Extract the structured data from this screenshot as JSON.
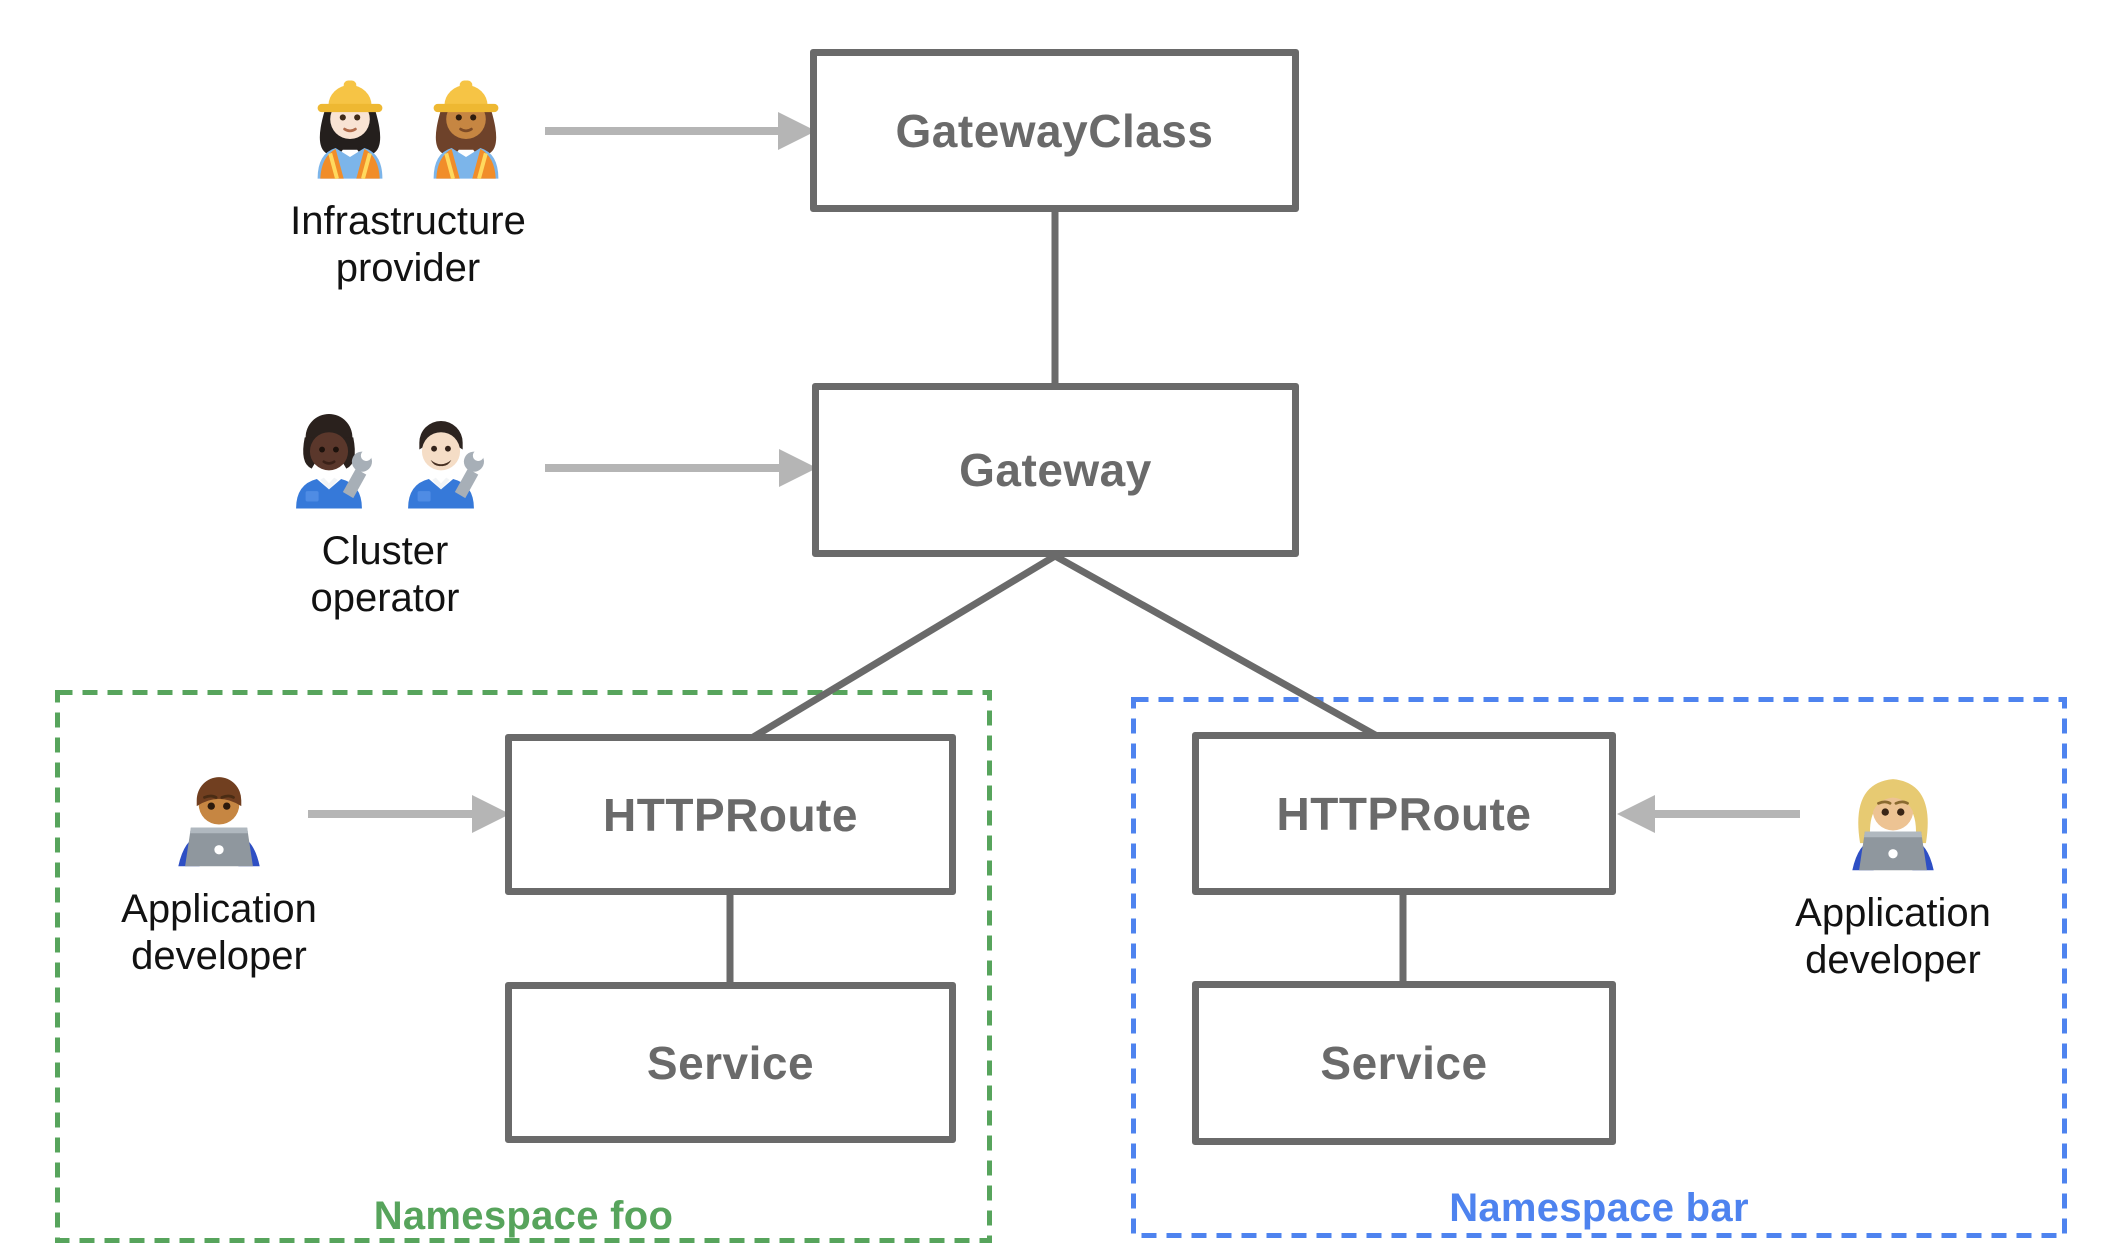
{
  "nodes": {
    "gatewayclass": {
      "label": "GatewayClass"
    },
    "gateway": {
      "label": "Gateway"
    },
    "httproute_foo": {
      "label": "HTTPRoute"
    },
    "service_foo": {
      "label": "Service"
    },
    "httproute_bar": {
      "label": "HTTPRoute"
    },
    "service_bar": {
      "label": "Service"
    }
  },
  "namespaces": {
    "foo": {
      "label": "Namespace foo",
      "accent_color": "#57a45c"
    },
    "bar": {
      "label": "Namespace bar",
      "accent_color": "#4e83ef"
    }
  },
  "personas": {
    "infrastructure_provider": {
      "line1": "Infrastructure",
      "line2": "provider",
      "icons": [
        "woman-construction-worker-light-skin-emoji",
        "woman-construction-worker-medium-skin-emoji"
      ]
    },
    "cluster_operator": {
      "line1": "Cluster",
      "line2": "operator",
      "icons": [
        "mechanic-dark-skin-emoji",
        "man-mechanic-light-skin-emoji"
      ]
    },
    "application_developer_foo": {
      "line1": "Application",
      "line2": "developer",
      "icons": [
        "man-technologist-medium-skin-emoji"
      ]
    },
    "application_developer_bar": {
      "line1": "Application",
      "line2": "developer",
      "icons": [
        "woman-technologist-medium-light-skin-emoji"
      ]
    }
  },
  "colors": {
    "node_border": "#6a6a6a",
    "node_text": "#6a6a6a",
    "connector": "#6a6a6a",
    "arrow": "#b5b5b5",
    "persona_text": "#121212",
    "namespace_foo_green": "#57a45c",
    "namespace_bar_blue": "#4e83ef",
    "background": "#ffffff"
  }
}
